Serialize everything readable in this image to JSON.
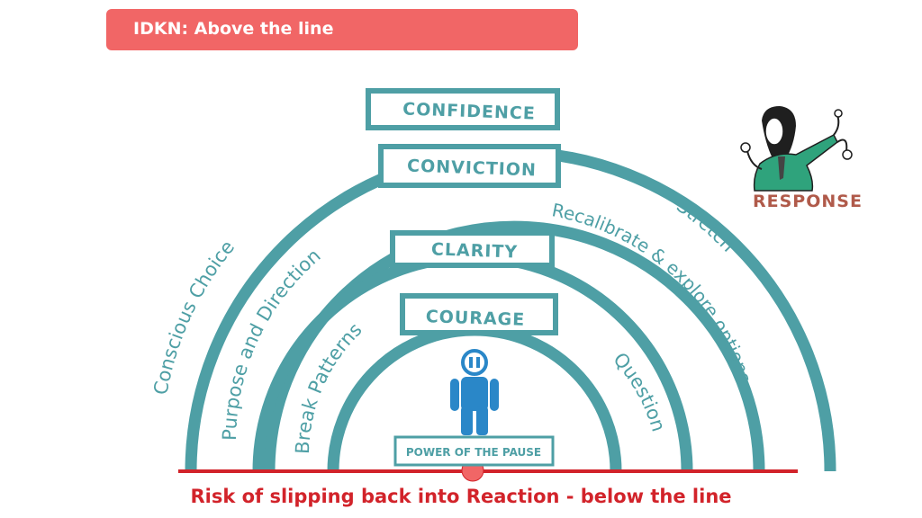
{
  "title": "IDKN: Above the line",
  "bottom_caption": "Risk of slipping back into Reaction - below the line",
  "response_label": "RESPONSE",
  "pause_label": "POWER OF THE PAUSE",
  "levels": {
    "confidence": "CONFIDENCE",
    "conviction": "CONVICTION",
    "clarity": "CLARITY",
    "courage": "COURAGE"
  },
  "arc_labels": {
    "conscious_choice": "Conscious Choice",
    "purpose_direction": "Purpose and Direction",
    "break_patterns": "Break Patterns",
    "stretch": "Stretch",
    "recalibrate": "Recalibrate & explore options",
    "question": "Question"
  },
  "colors": {
    "teal": "#4e9fa5",
    "banner": "#f16666",
    "risk_red": "#d2232a",
    "person_blue": "#2a87c8",
    "response_brown": "#b05a4a"
  },
  "icons": [
    "pause-icon",
    "person-icon",
    "stretching-woman-illustration"
  ]
}
